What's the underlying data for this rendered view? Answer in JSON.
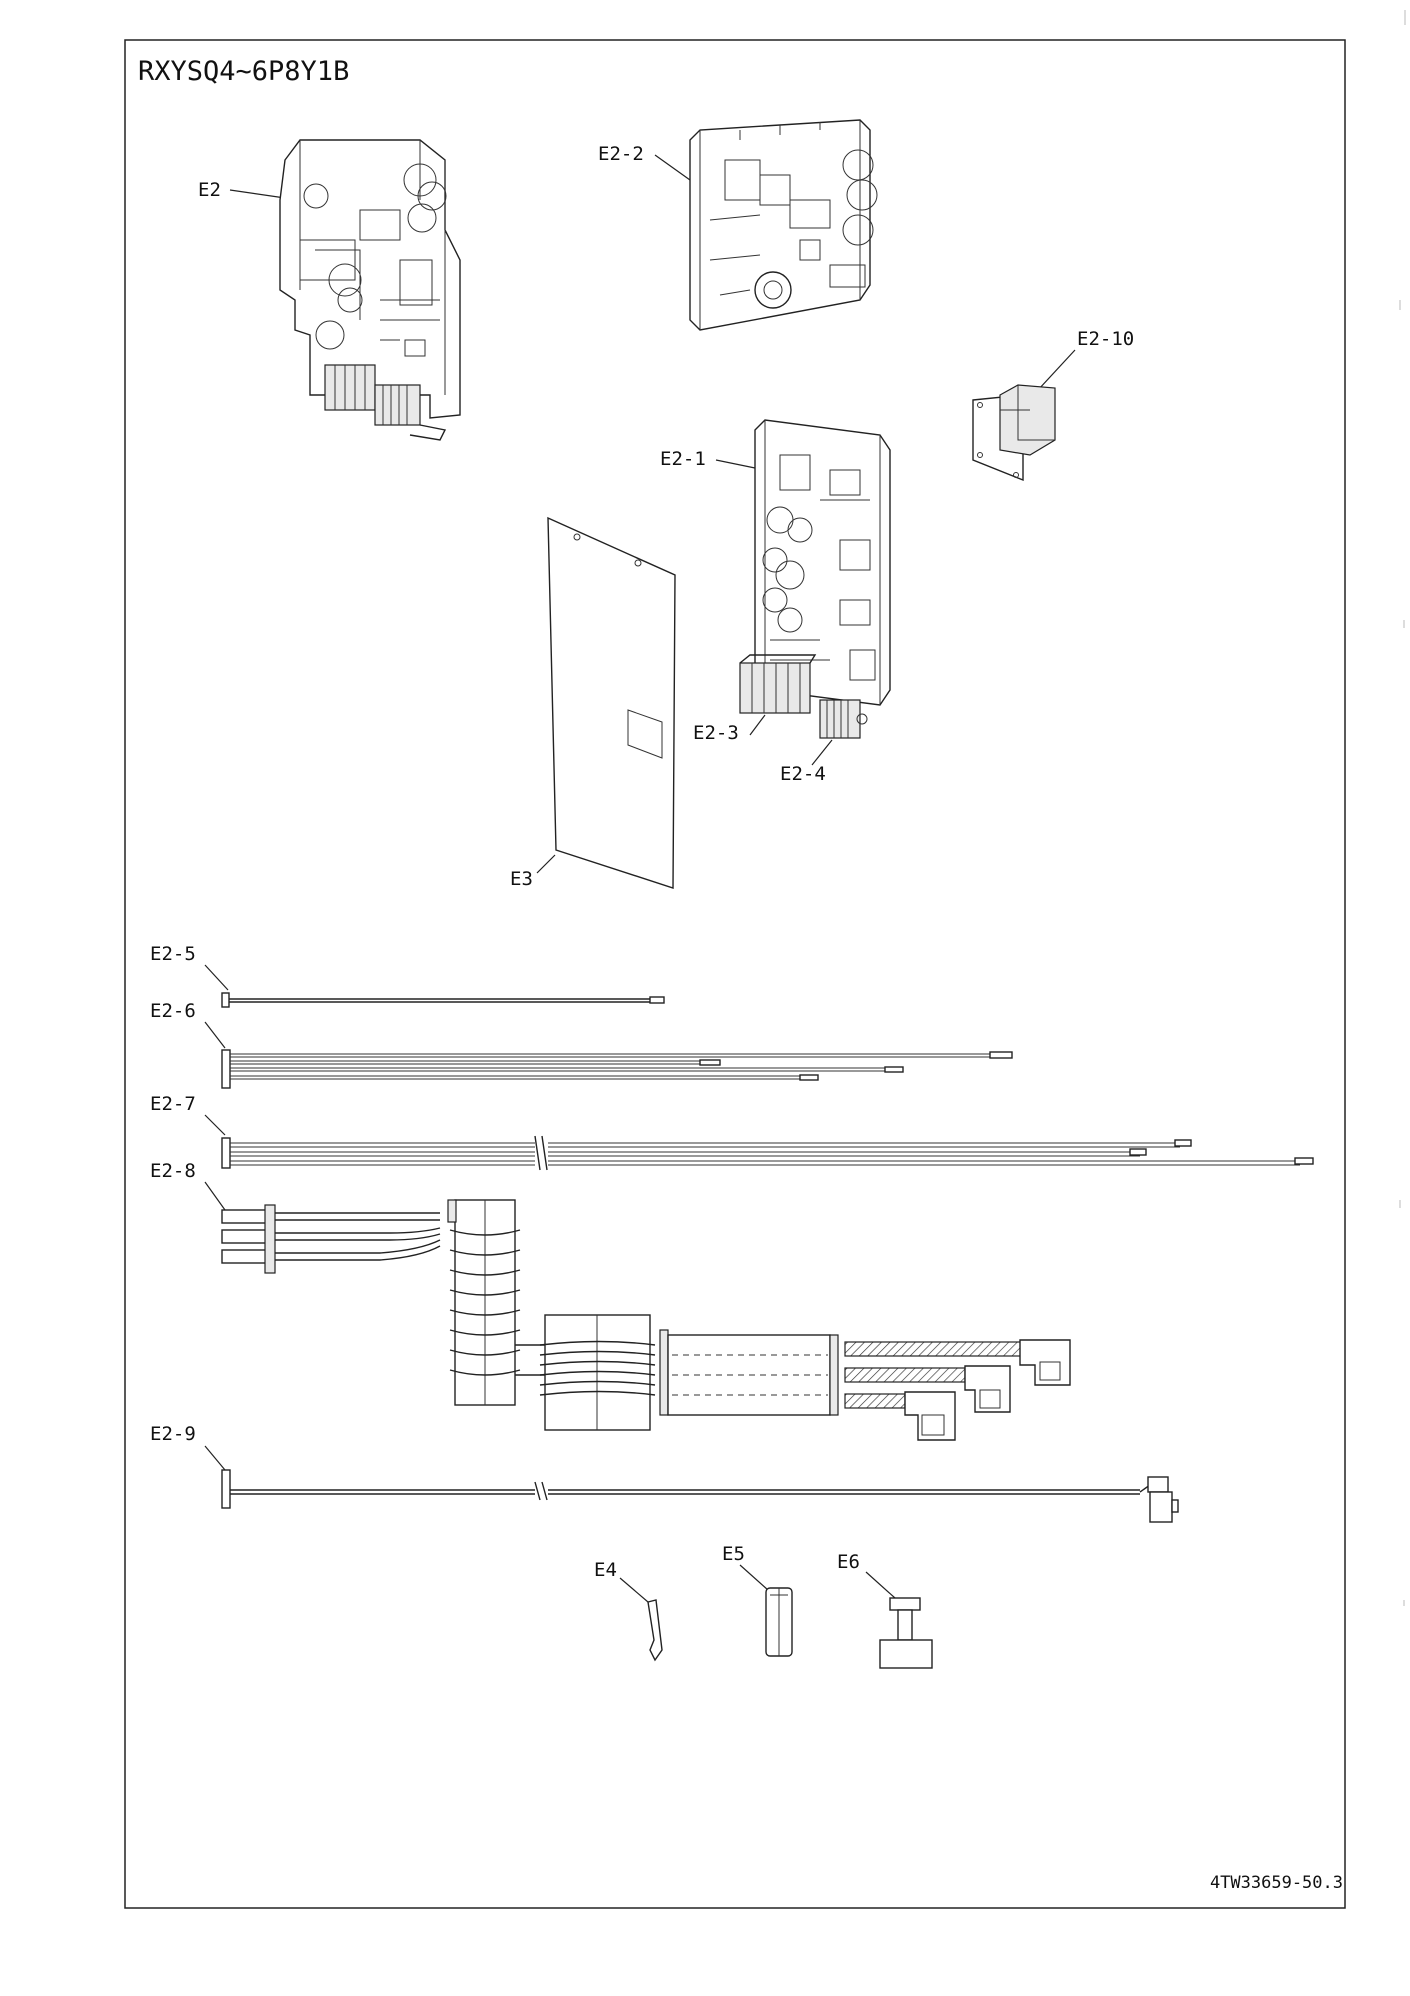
{
  "title": "RXYSQ4~6P8Y1B",
  "document_number": "4TW33659-50.3",
  "parts": {
    "e2": "E2",
    "e2_1": "E2-1",
    "e2_2": "E2-2",
    "e2_3": "E2-3",
    "e2_4": "E2-4",
    "e2_5": "E2-5",
    "e2_6": "E2-6",
    "e2_7": "E2-7",
    "e2_8": "E2-8",
    "e2_9": "E2-9",
    "e2_10": "E2-10",
    "e3": "E3",
    "e4": "E4",
    "e5": "E5",
    "e6": "E6"
  }
}
